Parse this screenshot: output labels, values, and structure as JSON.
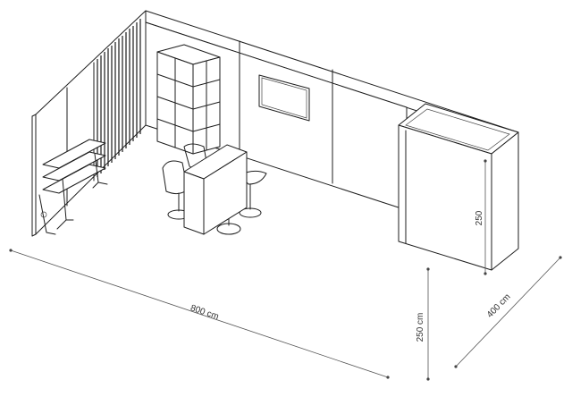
{
  "dimensions": {
    "width_label": "800 cm",
    "height_label": "250 cm",
    "depth_label": "400 cm",
    "cabin_height_label": "250"
  },
  "colors": {
    "line": "#1e1e1e",
    "dimension": "#555555",
    "background": "#ffffff"
  }
}
